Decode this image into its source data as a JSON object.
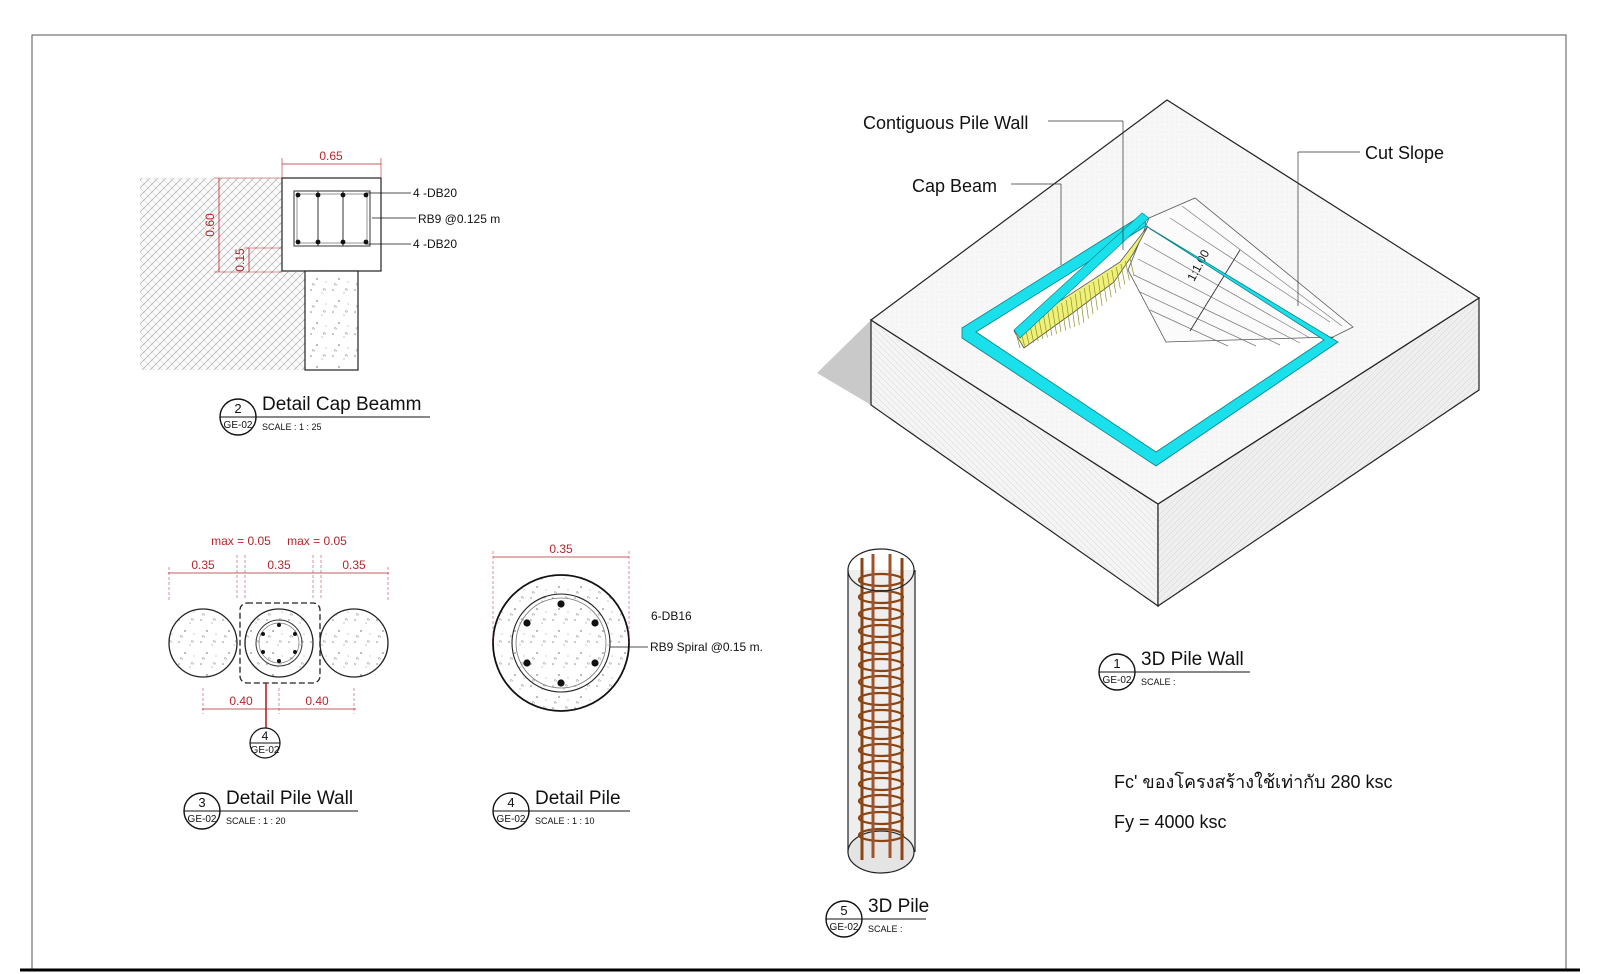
{
  "colors": {
    "dimension": "#b3262b",
    "cap_beam": "#19e0ea",
    "pile_wall": "#eef07a",
    "rebar": "#a0522d",
    "ink": "#111111"
  },
  "detail_cap_beam": {
    "dims": {
      "width": "0.65",
      "height": "0.60",
      "lower": "0.15"
    },
    "labels": {
      "top_bars": "4 -DB20",
      "stirrups": "RB9 @0.125 m",
      "bottom_bars": "4 -DB20"
    },
    "title": {
      "number": "2",
      "sheet": "GE-02",
      "name": "Detail Cap Beamm",
      "scale": "SCALE :  1 : 25"
    }
  },
  "detail_pile_wall": {
    "dims": {
      "max_left": "max = 0.05",
      "max_right": "max = 0.05",
      "w1": "0.35",
      "w2": "0.35",
      "w3": "0.35",
      "s1": "0.40",
      "s2": "0.40"
    },
    "callout": {
      "number": "4",
      "sheet": "GE-02"
    },
    "title": {
      "number": "3",
      "sheet": "GE-02",
      "name": "Detail Pile Wall",
      "scale": "SCALE :  1 : 20"
    }
  },
  "detail_pile": {
    "dims": {
      "diameter": "0.35"
    },
    "labels": {
      "main_bars": "6-DB16",
      "spiral": "RB9 Spiral @0.15 m."
    },
    "title": {
      "number": "4",
      "sheet": "GE-02",
      "name": "Detail Pile",
      "scale": "SCALE :  1 : 10"
    }
  },
  "pile_3d": {
    "title": {
      "number": "5",
      "sheet": "GE-02",
      "name": "3D Pile",
      "scale": "SCALE :"
    }
  },
  "pile_wall_3d": {
    "labels": {
      "contiguous": "Contiguous Pile Wall",
      "cap_beam": "Cap Beam",
      "cut_slope": "Cut Slope",
      "slope_ratio": "1:1.00"
    },
    "title": {
      "number": "1",
      "sheet": "GE-02",
      "name": "3D Pile Wall",
      "scale": "SCALE :"
    }
  },
  "notes": {
    "fc": "Fc' ของโครงสร้างใช้เท่ากับ 280 ksc",
    "fy": "Fy = 4000 ksc"
  }
}
